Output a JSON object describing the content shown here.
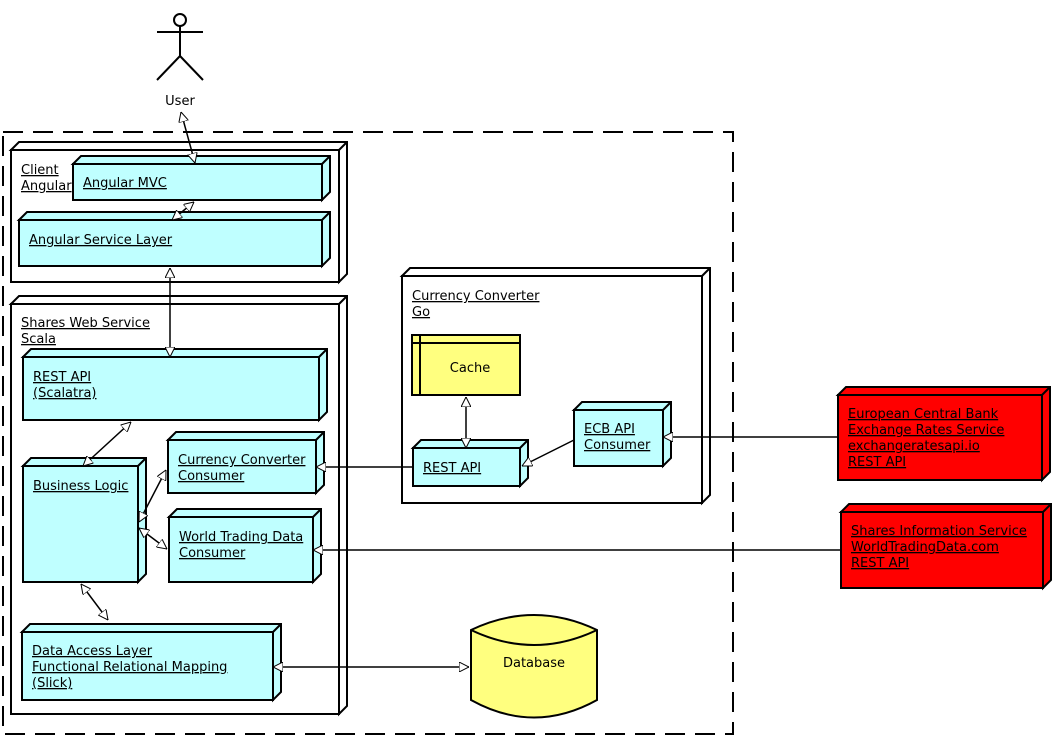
{
  "user": {
    "label": "User"
  },
  "client": {
    "line1": "Client",
    "line2": "Angular"
  },
  "angular_mvc": {
    "label": "Angular MVC"
  },
  "angular_service": {
    "label": "Angular Service Layer"
  },
  "shares_ws": {
    "line1": "Shares Web Service",
    "line2": "Scala"
  },
  "rest_api_scalatra": {
    "line1": "REST API",
    "line2": "(Scalatra)"
  },
  "business_logic": {
    "label": "Business Logic"
  },
  "cc_consumer": {
    "line1": "Currency Converter",
    "line2": "Consumer"
  },
  "wtd_consumer": {
    "line1": "World Trading Data",
    "line2": "Consumer"
  },
  "dal": {
    "line1": "Data Access Layer",
    "line2": "Functional Relational Mapping",
    "line3": "(Slick)"
  },
  "currency_converter": {
    "line1": "Currency Converter",
    "line2": "Go"
  },
  "cache": {
    "label": "Cache"
  },
  "cc_rest_api": {
    "label": "REST API"
  },
  "ecb_consumer": {
    "line1": "ECB API",
    "line2": "Consumer"
  },
  "database": {
    "label": "Database"
  },
  "ecb_service": {
    "line1": "European Central Bank",
    "line2": "Exchange Rates Service",
    "line3": "exchangeratesapi.io",
    "line4": "REST API"
  },
  "shares_info": {
    "line1": "Shares Information Service",
    "line2": "WorldTradingData.com",
    "line3": "REST API"
  },
  "colors": {
    "component": "#bfffff",
    "cache": "#ffff7f",
    "database": "#ffff7f",
    "external": "#ff0000",
    "outline": "#000000"
  }
}
